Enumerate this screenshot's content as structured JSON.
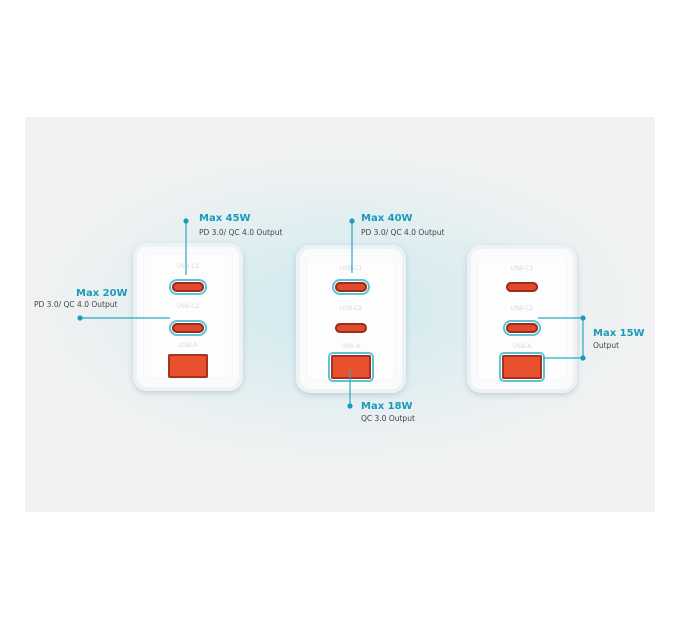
{
  "accent_color": "#1b9bb8",
  "port_color": "#e24a2d",
  "port_labels": {
    "c1": "USB-C1",
    "c2": "USB-C2",
    "a": "USB-A"
  },
  "callouts": {
    "charger1_c1": {
      "title": "Max 45W",
      "subtitle": "PD 3.0/ QC 4.0 Output"
    },
    "charger1_c2": {
      "title": "Max 20W",
      "subtitle": "PD 3.0/ QC 4.0 Output"
    },
    "charger2_c1": {
      "title": "Max 40W",
      "subtitle": "PD 3.0/ QC 4.0 Output"
    },
    "charger2_a": {
      "title": "Max 18W",
      "subtitle": "QC 3.0 Output"
    },
    "charger3_c2_a": {
      "title": "Max 15W",
      "subtitle": "Output"
    }
  }
}
